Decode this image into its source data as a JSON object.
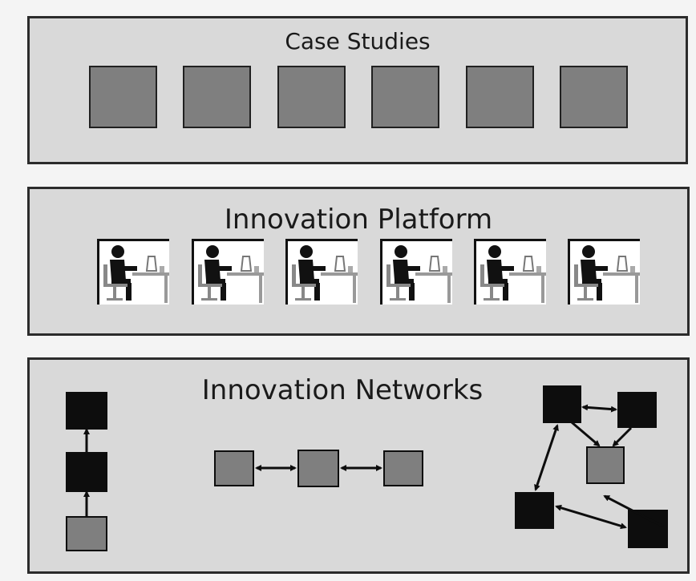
{
  "case_studies": {
    "title": "Case Studies",
    "boxes": [
      "case-1",
      "case-2",
      "case-3",
      "case-4",
      "case-5",
      "case-6"
    ]
  },
  "innovation_platform": {
    "title": "Innovation Platform",
    "workstations": [
      "ws-1",
      "ws-2",
      "ws-3",
      "ws-4",
      "ws-5",
      "ws-6"
    ]
  },
  "innovation_networks": {
    "title": "Innovation Networks"
  },
  "colors": {
    "panel_bg": "#d9d9d9",
    "border": "#2b2b2b",
    "node_grey": "#7f7f7f",
    "node_black": "#0d0d0d",
    "page_bg": "#f4f4f4"
  }
}
